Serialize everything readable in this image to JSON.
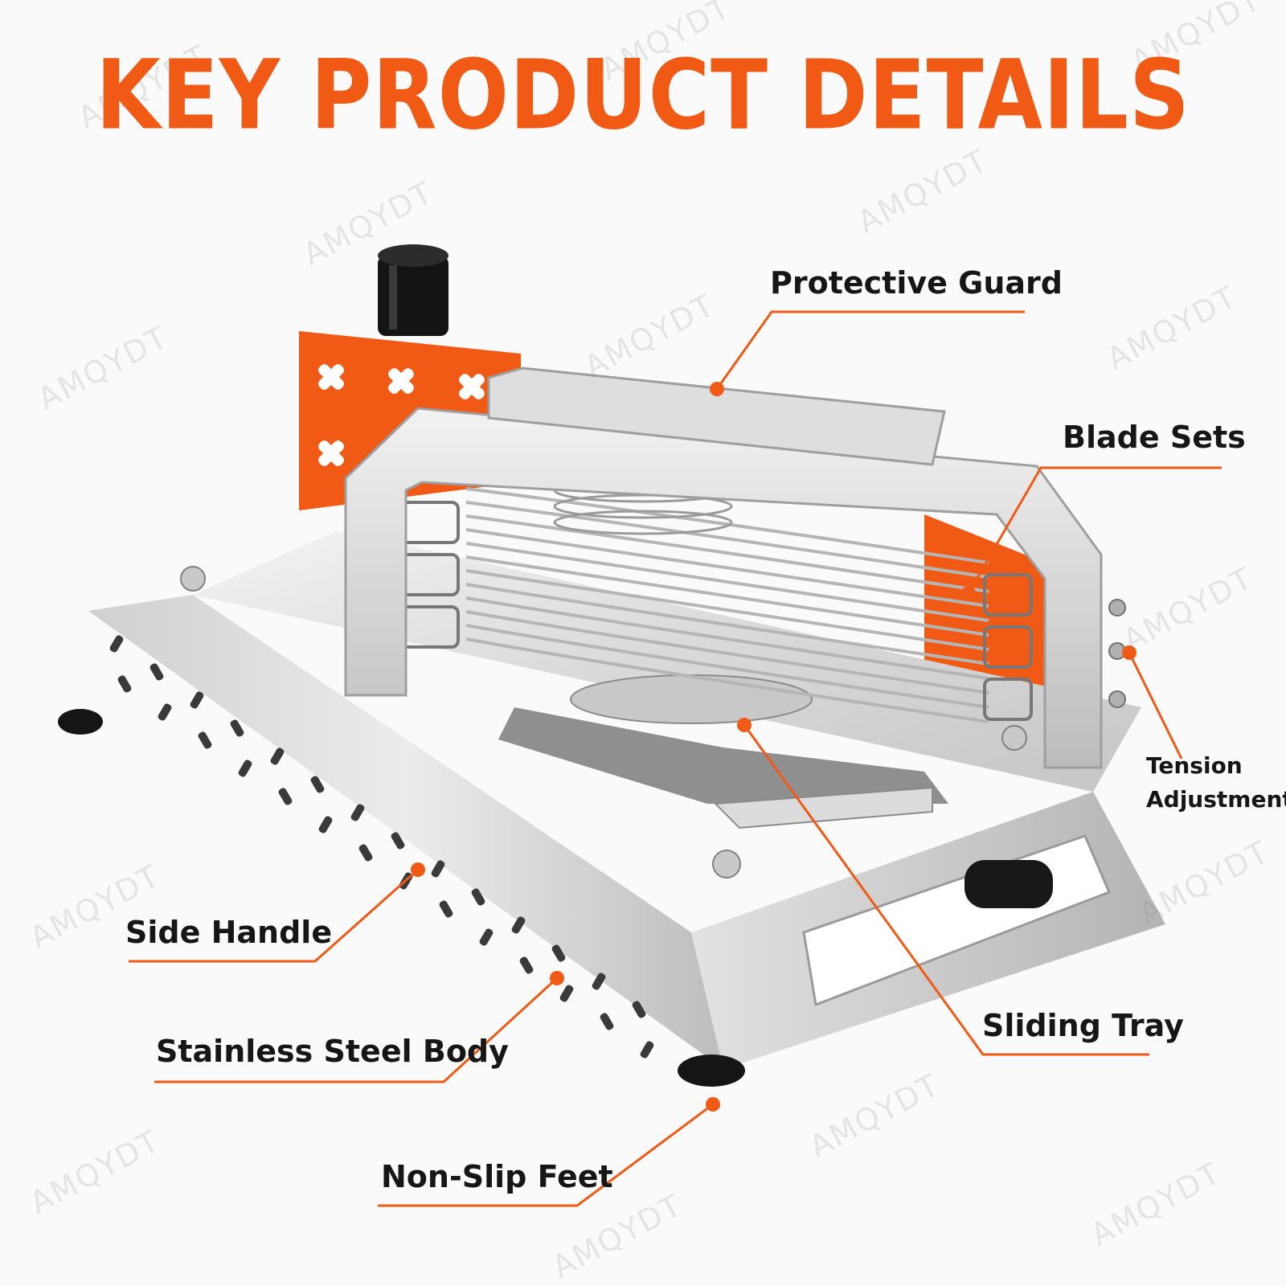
{
  "header": {
    "title": "KEY PRODUCT DETAILS"
  },
  "watermark": {
    "text": "AMQYDT"
  },
  "colors": {
    "accent": "#f05a14",
    "steel_light": "#e8e8e8",
    "steel_dark": "#a9a9a9",
    "text": "#161616"
  },
  "callouts": {
    "protective_guard": "Protective Guard",
    "blade_sets": "Blade Sets",
    "tension_line1": "Tension",
    "tension_line2": "Adjustment",
    "side_handle": "Side Handle",
    "stainless_steel_body": "Stainless Steel Body",
    "sliding_tray": "Sliding Tray",
    "non_slip_feet": "Non-Slip Feet"
  }
}
